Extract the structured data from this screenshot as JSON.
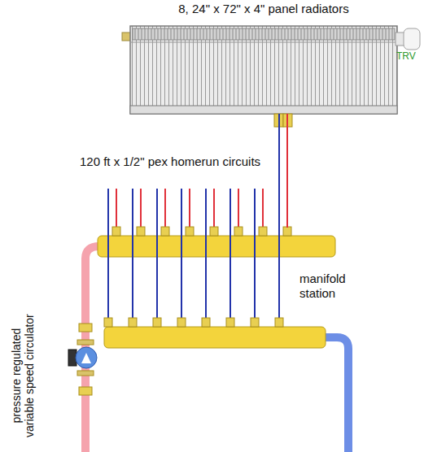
{
  "diagram": {
    "nodes": [
      {
        "text": [
          "8, 24\" x 72\" x 4\" panel radiators"
        ]
      },
      {
        "text": [
          "manifold station"
        ]
      }
    ],
    "edges": [
      {
        "from": 0,
        "to": 1,
        "arrow": "none"
      },
      {
        "from": 0,
        "to": 1,
        "arrow": "none"
      }
    ],
    "labels": [
      "TRV",
      "120 ft x 1/2\" pex homerun circuits",
      "pressure regulated variable speed circulator"
    ]
  }
}
